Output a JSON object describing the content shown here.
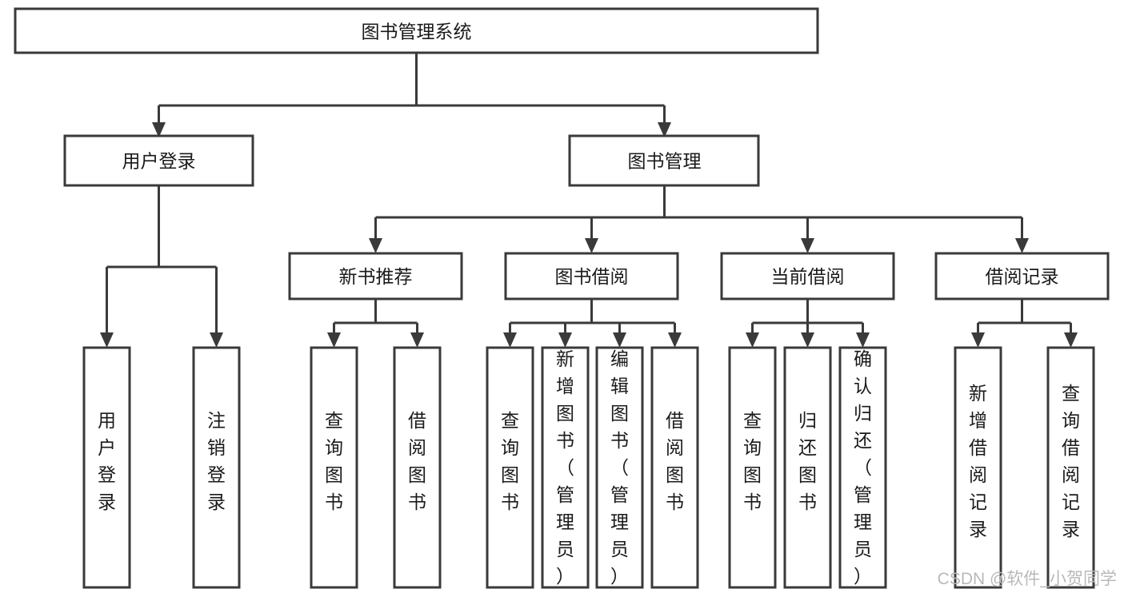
{
  "diagram": {
    "title_node": {
      "label": "图书管理系统"
    },
    "level1": [
      {
        "id": "user-login",
        "label": "用户登录"
      },
      {
        "id": "book-management",
        "label": "图书管理"
      }
    ],
    "level2": [
      {
        "id": "new-book-recommend",
        "label": "新书推荐",
        "parent": "book-management"
      },
      {
        "id": "book-borrow",
        "label": "图书借阅",
        "parent": "book-management"
      },
      {
        "id": "current-borrow",
        "label": "当前借阅",
        "parent": "book-management"
      },
      {
        "id": "borrow-record",
        "label": "借阅记录",
        "parent": "book-management"
      }
    ],
    "leaves": [
      {
        "id": "leaf-user-login",
        "label": "用户登录",
        "parent": "user-login"
      },
      {
        "id": "leaf-user-logout",
        "label": "注销登录",
        "parent": "user-login"
      },
      {
        "id": "leaf-query-book-1",
        "label": "查询图书",
        "parent": "new-book-recommend"
      },
      {
        "id": "leaf-borrow-book-1",
        "label": "借阅图书",
        "parent": "new-book-recommend"
      },
      {
        "id": "leaf-query-book-2",
        "label": "查询图书",
        "parent": "book-borrow"
      },
      {
        "id": "leaf-add-book",
        "label": "新增图书（管理员）",
        "parent": "book-borrow"
      },
      {
        "id": "leaf-edit-book",
        "label": "编辑图书（管理员）",
        "parent": "book-borrow"
      },
      {
        "id": "leaf-borrow-book-2",
        "label": "借阅图书",
        "parent": "book-borrow"
      },
      {
        "id": "leaf-query-book-3",
        "label": "查询图书",
        "parent": "current-borrow"
      },
      {
        "id": "leaf-return-book",
        "label": "归还图书",
        "parent": "current-borrow"
      },
      {
        "id": "leaf-confirm-return",
        "label": "确认归还（管理员）",
        "parent": "current-borrow"
      },
      {
        "id": "leaf-add-record",
        "label": "新增借阅记录",
        "parent": "borrow-record"
      },
      {
        "id": "leaf-query-record",
        "label": "查询借阅记录",
        "parent": "borrow-record"
      }
    ]
  },
  "watermark": {
    "text": "CSDN @软件_小贺同学"
  },
  "colors": {
    "background": "#ffffff",
    "box_fill": "#ffffff",
    "box_stroke": "#3a3a3a",
    "text": "#1a1a1a",
    "watermark": "#b9b9b9"
  }
}
